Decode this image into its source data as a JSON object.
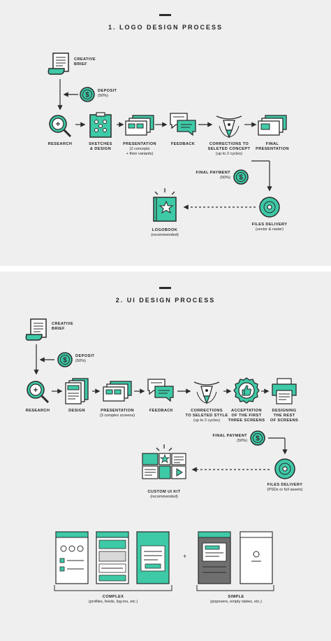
{
  "colors": {
    "accent": "#3ec9a7",
    "ink": "#2b2b2b",
    "panel": "#efefef",
    "gap": "#ffffff"
  },
  "logo": {
    "title": "1. LOGO DESIGN PROCESS",
    "brief": {
      "label": "CREATIVE\nBRIEF",
      "icon": "scroll-icon"
    },
    "deposit": {
      "label": "DEPOSIT",
      "sub": "(50%)",
      "icon": "dollar-coin-icon"
    },
    "steps": [
      {
        "label": "RESEARCH",
        "sub": "",
        "icon": "magnifier-icon"
      },
      {
        "label": "SKETCHES\n& DESIGN",
        "sub": "",
        "icon": "clipboard-icon"
      },
      {
        "label": "PRESENTATION",
        "sub": "(2 concepts\n+ their variants)",
        "icon": "screens-icon"
      },
      {
        "label": "FEEDBACK",
        "sub": "",
        "icon": "chat-bubbles-icon"
      },
      {
        "label": "CORRECTIONS TO\nSELETED CONCEPT",
        "sub": "(up to 2 cycles)",
        "icon": "pen-nib-icon"
      },
      {
        "label": "FINAL\nPRESENTATION",
        "sub": "",
        "icon": "screens-icon"
      }
    ],
    "final_payment": {
      "label": "FINAL PAYMENT",
      "sub": "(50%)",
      "icon": "dollar-coin-icon"
    },
    "files_delivery": {
      "label": "FILES DELIVERY",
      "sub": "(vector & raster)",
      "icon": "disc-icon"
    },
    "logobook": {
      "label": "LOGOBOOK",
      "sub": "(recommended)",
      "icon": "book-star-icon"
    }
  },
  "ui": {
    "title": "2. UI DESIGN PROCESS",
    "brief": {
      "label": "CREATIVE\nBRIEF",
      "icon": "scroll-icon"
    },
    "deposit": {
      "label": "DEPOSIT",
      "sub": "(50%)",
      "icon": "dollar-coin-icon"
    },
    "steps": [
      {
        "label": "RESEARCH",
        "sub": "",
        "icon": "magnifier-icon"
      },
      {
        "label": "DESIGN",
        "sub": "",
        "icon": "pages-icon"
      },
      {
        "label": "PRESENTATION",
        "sub": "(3 complex screens)",
        "icon": "screens-icon"
      },
      {
        "label": "FEEDBACK",
        "sub": "",
        "icon": "chat-bubbles-icon"
      },
      {
        "label": "CORRECTIONS\nTO SELETED STYLE",
        "sub": "(up to 2 cycles)",
        "icon": "pen-nib-icon"
      },
      {
        "label": "ACCEPTATION\nOF THE FIRST\nTHREE SCREENS",
        "sub": "",
        "icon": "thumbs-up-badge-icon"
      },
      {
        "label": "DESIGNING\nTHE REST\nOF SCREENS",
        "sub": "",
        "icon": "printer-pages-icon"
      }
    ],
    "final_payment": {
      "label": "FINAL PAYMENT",
      "sub": "(50%)",
      "icon": "dollar-coin-icon"
    },
    "files_delivery": {
      "label": "FILES DELIVERY",
      "sub": "(PSDs or full assets)",
      "icon": "disc-icon"
    },
    "kit": {
      "label": "CUSTOM UI KIT",
      "sub": "(recommended)",
      "icon": "ui-kit-icon"
    },
    "complex": {
      "label": "COMPLEX",
      "sub": "(profiles, feeds, log-ins, etc.)",
      "separator": "+"
    },
    "simple": {
      "label": "SIMPLE",
      "sub": "(popovers, empty states, etc.)"
    }
  }
}
